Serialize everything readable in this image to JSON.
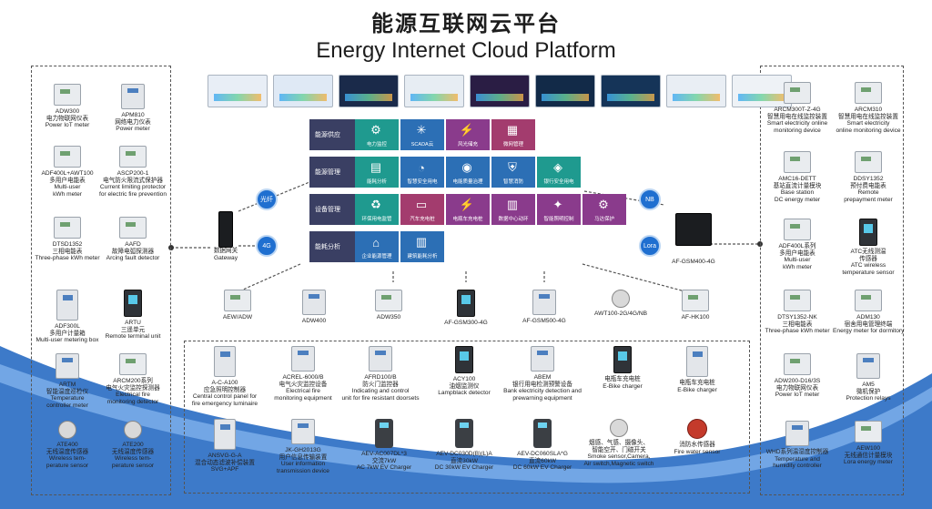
{
  "title": {
    "zh": "能源互联网云平台",
    "en": "Energy Internet Cloud Platform"
  },
  "colors": {
    "label_bg": "#3a3f63",
    "tile_teal": "#1f9a8f",
    "tile_blue": "#2c6fb5",
    "tile_purple": "#8a3b8c",
    "tile_rose": "#a33c6e",
    "badge": "#1f6fd0",
    "wave": "#2d6fc4"
  },
  "thumbnails": [
    {
      "icon": "dashboard-screenshot"
    },
    {
      "icon": "dashboard-screenshot"
    },
    {
      "icon": "dashboard-screenshot"
    },
    {
      "icon": "dashboard-screenshot"
    },
    {
      "icon": "dashboard-screenshot"
    },
    {
      "icon": "dashboard-screenshot"
    },
    {
      "icon": "dashboard-screenshot"
    },
    {
      "icon": "dashboard-screenshot"
    },
    {
      "icon": "dashboard-screenshot"
    }
  ],
  "modules": [
    {
      "label": "能源供应",
      "tiles": [
        {
          "label": "电力监控",
          "color": "tile_teal",
          "icon": "monitor-icon"
        },
        {
          "label": "SCADA云",
          "color": "tile_blue",
          "icon": "scada-icon"
        },
        {
          "label": "风光储充",
          "color": "tile_purple",
          "icon": "wind-solar-icon"
        },
        {
          "label": "微网管理",
          "color": "tile_rose",
          "icon": "microgrid-icon"
        }
      ]
    },
    {
      "label": "能源管理",
      "tiles": [
        {
          "label": "能耗分析",
          "color": "tile_teal",
          "icon": "analysis-icon"
        },
        {
          "label": "智慧安全用电",
          "color": "tile_blue",
          "icon": "gauge-icon"
        },
        {
          "label": "电能质量治理",
          "color": "tile_blue",
          "icon": "quality-icon"
        },
        {
          "label": "智慧消防",
          "color": "tile_blue",
          "icon": "fire-icon"
        },
        {
          "label": "银行安全用电",
          "color": "tile_teal",
          "icon": "bank-icon"
        }
      ]
    },
    {
      "label": "设备管理",
      "tiles": [
        {
          "label": "环保用电监管",
          "color": "tile_teal",
          "icon": "eco-icon"
        },
        {
          "label": "汽车充电桩",
          "color": "tile_rose",
          "icon": "car-icon"
        },
        {
          "label": "电瓶车充电桩",
          "color": "tile_purple",
          "icon": "ebike-icon"
        },
        {
          "label": "数据中心动环",
          "color": "tile_purple",
          "icon": "datacenter-icon"
        },
        {
          "label": "智能照明控制",
          "color": "tile_purple",
          "icon": "lighting-icon"
        },
        {
          "label": "马达保护",
          "color": "tile_purple",
          "icon": "motor-icon"
        }
      ]
    },
    {
      "label": "能耗分析",
      "tiles": [
        {
          "label": "企业能源管理",
          "color": "tile_blue",
          "icon": "enterprise-icon"
        },
        {
          "label": "建筑能耗分析",
          "color": "tile_blue",
          "icon": "building-icon"
        }
      ]
    }
  ],
  "badges": [
    "光纤",
    "4G",
    "NB",
    "Lora"
  ],
  "gateways": [
    {
      "lines": [
        "数据网关",
        "Gateway"
      ]
    },
    {
      "lines": [
        "AF-GSM400-4G"
      ]
    }
  ],
  "left_devices": [
    {
      "lines": [
        "ADW300",
        "电力物联网仪表",
        "Power IoT meter"
      ],
      "icon": "din-meter"
    },
    {
      "lines": [
        "APM810",
        "网络电力仪表",
        "Power meter"
      ],
      "icon": "panel-meter"
    },
    {
      "lines": [
        "ADF400L+AWT100",
        "多用户电能表",
        "Multi-user",
        "kWh meter"
      ],
      "icon": "din-meter"
    },
    {
      "lines": [
        "ASCP200-1",
        "电气防火限流式保护器",
        "Current limiting protector",
        "for electric fire prevention"
      ],
      "icon": "din-meter"
    },
    {
      "lines": [
        "DTSD1352",
        "三相电能表",
        "Three-phase kWh meter"
      ],
      "icon": "din-meter"
    },
    {
      "lines": [
        "AAFD",
        "故障电弧探测器",
        "Arcing fault detector"
      ],
      "icon": "din-meter"
    },
    {
      "lines": [
        "ADF300L",
        "多用户计量箱",
        "Multi-user metering box"
      ],
      "icon": "cabinet"
    },
    {
      "lines": [
        "ARTU",
        "三遥单元",
        "Remote terminal unit"
      ],
      "icon": "dark-module"
    },
    {
      "lines": [
        "ARTM",
        "智能温度巡检仪",
        "Temperature",
        "controller meter"
      ],
      "icon": "panel-meter"
    },
    {
      "lines": [
        "ARCM200系列",
        "电气火灾监控探测器",
        "Electrical fire",
        "monitoring detector"
      ],
      "icon": "din-meter"
    },
    {
      "lines": [
        "ATE400",
        "无线温度传感器",
        "Wireless tem-",
        "perature sensor"
      ],
      "icon": "sensor"
    },
    {
      "lines": [
        "ATE200",
        "无线温度传感器",
        "Wireless tem-",
        "perature sensor"
      ],
      "icon": "sensor"
    }
  ],
  "right_devices": [
    {
      "lines": [
        "ARCM300T-Z-4G",
        "智慧用电在线监控装置",
        "Smart electricity online",
        "monitoring device"
      ],
      "icon": "din-meter"
    },
    {
      "lines": [
        "ARCM310",
        "智慧用电在线监控装置",
        "Smart electricity",
        "online monitoring device"
      ],
      "icon": "din-meter"
    },
    {
      "lines": [
        "AMC16-DETT",
        "基站直流计量模块",
        "Base station",
        "DC energy meter"
      ],
      "icon": "din-meter"
    },
    {
      "lines": [
        "DDSY1352",
        "预付费电能表",
        "Remote",
        "prepayment meter"
      ],
      "icon": "din-meter"
    },
    {
      "lines": [
        "ADF400L系列",
        "多用户电能表",
        "Multi-user",
        "kWh meter"
      ],
      "icon": "din-meter"
    },
    {
      "lines": [
        "ATC无线测温",
        "传感器",
        "ATC wireless",
        "temperature sensor"
      ],
      "icon": "dark-module"
    },
    {
      "lines": [
        "DTSY1352-NK",
        "三相电能表",
        "Three-phase kWh meter"
      ],
      "icon": "din-meter"
    },
    {
      "lines": [
        "ADM130",
        "宿舍用电管理终端",
        "Energy meter for dormitory"
      ],
      "icon": "din-meter"
    },
    {
      "lines": [
        "ADW200-D16/3S",
        "电力物联网仪表",
        "Power IoT meter"
      ],
      "icon": "din-meter"
    },
    {
      "lines": [
        "AM5",
        "微机保护",
        "Protection relays"
      ],
      "icon": "panel-meter"
    },
    {
      "lines": [
        "WHD系列温湿度控制器",
        "Temperature and",
        "humidity controller"
      ],
      "icon": "panel-meter"
    },
    {
      "lines": [
        "AEW100",
        "无线通信计量模块",
        "Lora energy meter"
      ],
      "icon": "din-meter"
    }
  ],
  "middle_devices": [
    {
      "lines": [
        "AEW/ADW"
      ],
      "icon": "din-meter"
    },
    {
      "lines": [
        "ADW400"
      ],
      "icon": "panel-meter"
    },
    {
      "lines": [
        "ADW350"
      ],
      "icon": "din-meter"
    },
    {
      "lines": [
        "AF-GSM300-4G"
      ],
      "icon": "dark-module"
    },
    {
      "lines": [
        "AF-GSM500-4G"
      ],
      "icon": "panel-meter"
    },
    {
      "lines": [
        "AWT100-2G/4G/NB"
      ],
      "icon": "sensor"
    },
    {
      "lines": [
        "AF-HK100"
      ],
      "icon": "din-meter"
    }
  ],
  "bottom_row1": [
    {
      "lines": [
        "A-C-A100",
        "应急照明控制器",
        "Central control panel for",
        "fire emergency luminaire"
      ],
      "icon": "cabinet"
    },
    {
      "lines": [
        "ACREL-6000/B",
        "电气火灾监控设备",
        "Electrical fire",
        "monitoring equipment"
      ],
      "icon": "panel-meter"
    },
    {
      "lines": [
        "AFRD100/B",
        "防火门监控器",
        "Indicating and control",
        "unit for fire resistant doorsets"
      ],
      "icon": "panel-meter"
    },
    {
      "lines": [
        "ACY100",
        "油烟监测仪",
        "Lampblack detector"
      ],
      "icon": "dark-module"
    },
    {
      "lines": [
        "ABEM",
        "银行用电检测预警设备",
        "Bank electricity detection and",
        "prewarning equipment"
      ],
      "icon": "panel-meter"
    },
    {
      "lines": [
        "电瓶车充电桩",
        "E-Bike charger"
      ],
      "icon": "dark-module"
    },
    {
      "lines": [
        "电瓶车充电桩",
        "E-Bike charger"
      ],
      "icon": "cabinet"
    }
  ],
  "bottom_row2": [
    {
      "lines": [
        "ANSVG-G-A",
        "混合动态滤波补偿装置",
        "SVG+APF"
      ],
      "icon": "cabinet"
    },
    {
      "lines": [
        "JK-GH2013G",
        "用户信息传输装置",
        "User information",
        "transmission device"
      ],
      "icon": "panel-meter"
    },
    {
      "lines": [
        "AEV-AC007DL*3",
        "交流7kW",
        "AC 7kW EV Charger"
      ],
      "icon": "charger"
    },
    {
      "lines": [
        "AEV-DC030D(B)(L)A",
        "直流30kW",
        "DC 30kW EV Charger"
      ],
      "icon": "charger"
    },
    {
      "lines": [
        "AEV-DC060SLA*G",
        "直流60kW",
        "DC 60kW EV Charger"
      ],
      "icon": "charger"
    },
    {
      "lines": [
        "烟感、气感、摄像头、",
        "智能空开、门磁开关",
        "Smoke sensor,Camera,",
        "Air switch,Magnetic switch"
      ],
      "icon": "sensor"
    },
    {
      "lines": [
        "消防水传感器",
        "Fire water sensor"
      ],
      "icon": "red-round"
    }
  ]
}
